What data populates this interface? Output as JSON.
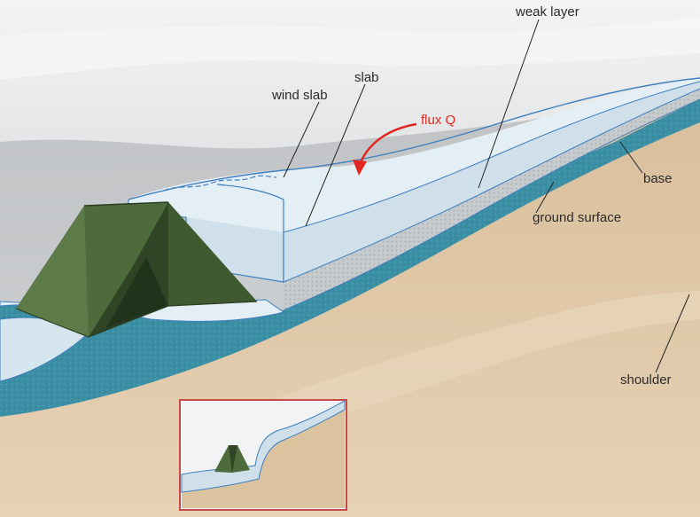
{
  "labels": {
    "weak_layer": "weak layer",
    "slab": "slab",
    "wind_slab": "wind slab",
    "flux": "flux Q",
    "base": "base",
    "ground_surface": "ground surface",
    "shoulder": "shoulder"
  },
  "colors": {
    "sky": "#e9ebec",
    "fog": "#a9abac",
    "ground": "#dcc3a0",
    "base_layer": "#3b8fa4",
    "weak_layer": "#c9ced1",
    "slab": "#cfe0ea",
    "wind_slab": "#e4eef5",
    "outline": "#3f7fc0",
    "tent": "#4e6b3c",
    "tent_dark": "#2f4526",
    "flux_arrow": "#e3261f",
    "inset_border": "#c84a48"
  },
  "icons": {
    "tent": "tent-icon",
    "flux": "curved-arrow-icon"
  }
}
